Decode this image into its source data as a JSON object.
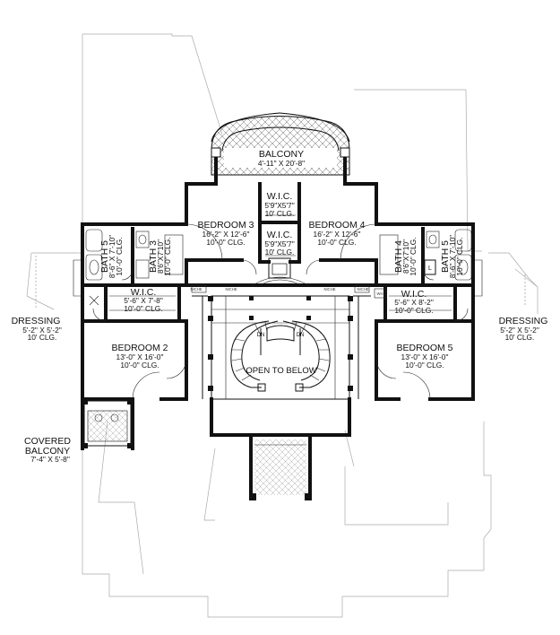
{
  "rooms": {
    "balcony": {
      "name": "BALCONY",
      "dims": "4'-11\" X 20'-8\""
    },
    "wic_top1": {
      "name": "W.I.C.",
      "dims": "5'9\"X5'7\"",
      "clg": "10' CLG."
    },
    "wic_top2": {
      "name": "W.I.C.",
      "dims": "5'9\"X5'7\"",
      "clg": "10' CLG."
    },
    "bedroom3": {
      "name": "BEDROOM 3",
      "dims": "16'-2\" X 12'-6\"",
      "clg": "10'-0\" CLG."
    },
    "bedroom4": {
      "name": "BEDROOM 4",
      "dims": "16'-2\" X 12'-6\"",
      "clg": "10'-0\" CLG."
    },
    "bath5_left": {
      "name": "BATH 5",
      "dims": "8'-6\" X 7'-10\"",
      "clg": "10'-0\" CLG."
    },
    "bath3": {
      "name": "BATH 3",
      "dims": "8'6\"X7'10\"",
      "clg": "10'-0\" CLG."
    },
    "bath4": {
      "name": "BATH 4",
      "dims": "8'6\"X7'10\"",
      "clg": "10'-0\" CLG."
    },
    "bath5_right": {
      "name": "BATH 5",
      "dims": "8'-6\" X 7'-10\"",
      "clg": "10'-0\" CLG."
    },
    "wic_left": {
      "name": "W.I.C.",
      "dims": "5'-6\" X 7'-8\"",
      "clg": "10'-0\" CLG."
    },
    "wic_right": {
      "name": "W.I.C.",
      "dims": "5'-6\" X 8'-2\"",
      "clg": "10'-0\" CLG."
    },
    "dressing_left": {
      "name": "DRESSING",
      "dims": "5'-2\" X 5'-2\"",
      "clg": "10' CLG."
    },
    "dressing_right": {
      "name": "DRESSING",
      "dims": "5'-2\" X 5'-2\"",
      "clg": "10' CLG."
    },
    "bedroom2": {
      "name": "BEDROOM 2",
      "dims": "13'-0\" X 16'-0\"",
      "clg": "10'-0\" CLG."
    },
    "bedroom5": {
      "name": "BEDROOM 5",
      "dims": "13'-0\" X 16'-0\"",
      "clg": "10'-0\" CLG."
    },
    "open": {
      "name": "OPEN TO BELOW"
    },
    "covered_balcony": {
      "name1": "COVERED",
      "name2": "BALCONY",
      "dims": "7'-4\" X 5'-8\""
    }
  },
  "fixtures": {
    "niche": "NICHE",
    "dn": "DN",
    "linen": "L",
    "wh": "WH"
  }
}
